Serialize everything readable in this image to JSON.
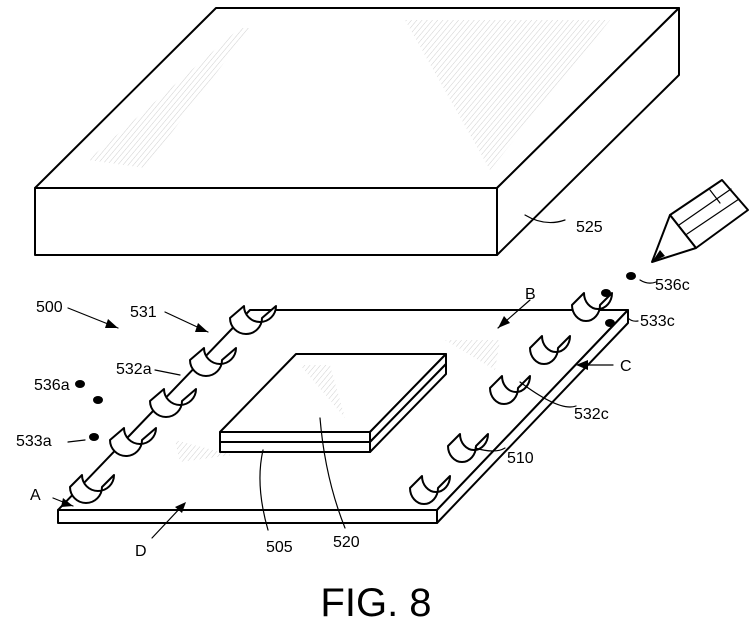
{
  "figure": {
    "caption": "FIG. 8",
    "labels": {
      "l525": "525",
      "l536c": "536c",
      "l533c": "533c",
      "lB": "B",
      "lC": "C",
      "l532c": "532c",
      "l510": "510",
      "l500": "500",
      "l531": "531",
      "l532a": "532a",
      "l536a": "536a",
      "l533a": "533a",
      "lA": "A",
      "lD": "D",
      "l505": "505",
      "l520": "520"
    }
  }
}
